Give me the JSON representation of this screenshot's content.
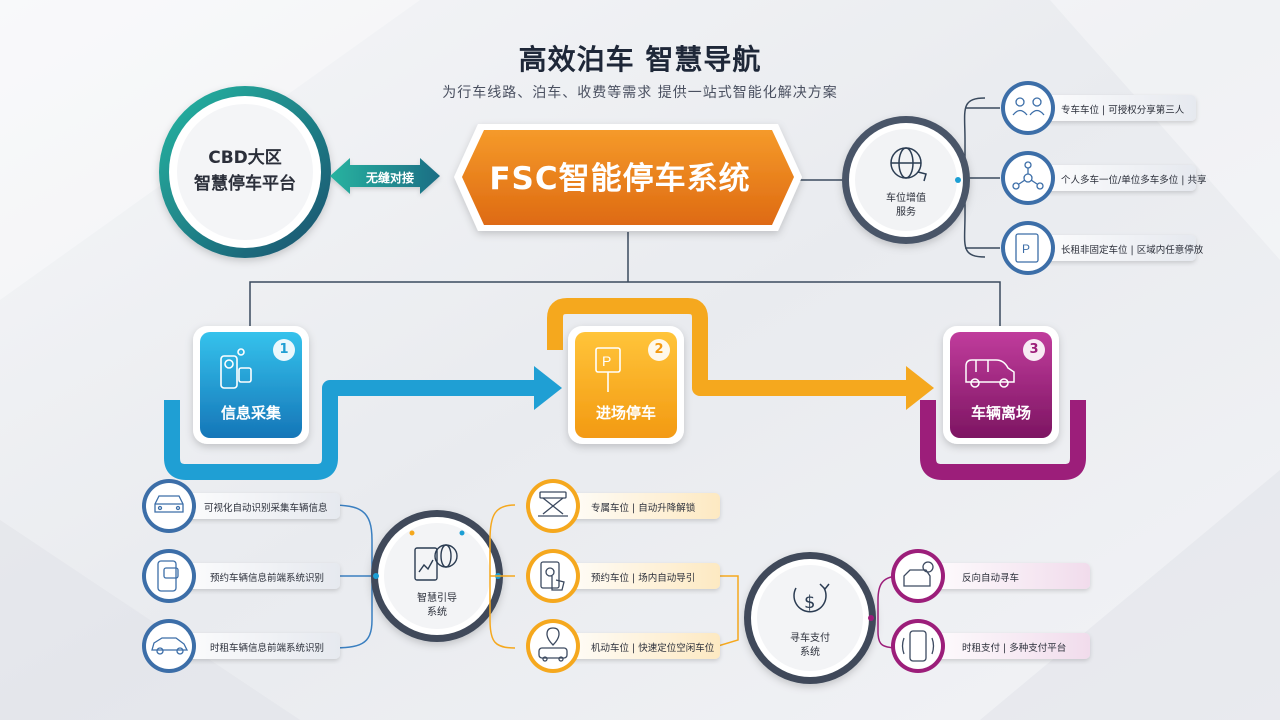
{
  "header": {
    "title": "高效泊车  智慧导航",
    "subtitle": "为行车线路、泊车、收费等需求    提供一站式智能化解决方案"
  },
  "platform": {
    "line1": "CBD大区",
    "line2": "智慧停车平台"
  },
  "link_label": "无缝对接",
  "core_system": "FSC智能停车系统",
  "value_service": {
    "line1": "车位增值",
    "line2": "服务",
    "items": [
      {
        "label": "专车车位 | 可授权分享第三人",
        "icon": "users-icon"
      },
      {
        "label": "个人多车一位/单位多车多位 | 共享",
        "icon": "network-icon"
      },
      {
        "label": "长租非固定车位 | 区域内任意停放",
        "icon": "parking-icon"
      }
    ]
  },
  "steps": [
    {
      "number": "1",
      "label": "信息采集",
      "icon": "camera-icon",
      "color": "#1f9fd4"
    },
    {
      "number": "2",
      "label": "进场停车",
      "icon": "parking-sign-icon",
      "color": "#f5a81e"
    },
    {
      "number": "3",
      "label": "车辆离场",
      "icon": "van-icon",
      "color": "#9c1e7a"
    }
  ],
  "info_items": [
    {
      "label": "可视化自动识别采集车辆信息",
      "icon": "car-front-icon"
    },
    {
      "label": "预约车辆信息前端系统识别",
      "icon": "phone-chat-icon"
    },
    {
      "label": "时租车辆信息前端系统识别",
      "icon": "car-side-icon"
    }
  ],
  "guide_hub": {
    "line1": "智慧引导",
    "line2": "系统"
  },
  "parking_items": [
    {
      "label": "专属车位 | 自动升降解锁",
      "icon": "lift-icon"
    },
    {
      "label": "预约车位 | 场内自动导引",
      "icon": "touch-icon"
    },
    {
      "label": "机动车位 | 快速定位空闲车位",
      "icon": "locate-car-icon"
    }
  ],
  "pay_hub": {
    "line1": "寻车支付",
    "line2": "系统"
  },
  "exit_items": [
    {
      "label": "反向自动寻车",
      "icon": "car-search-icon"
    },
    {
      "label": "时租支付 | 多种支付平台",
      "icon": "mobile-pay-icon"
    }
  ],
  "colors": {
    "blue": "#1f9fd4",
    "orange": "#f5a81e",
    "purple": "#9c1e7a",
    "fsc_orange": "#ee7b1b",
    "teal": "#1aa39a",
    "dark_slate": "#2b3c52"
  }
}
